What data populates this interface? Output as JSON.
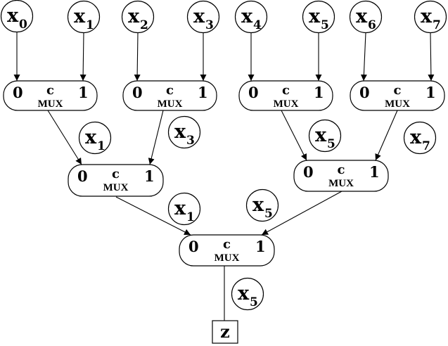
{
  "diagram": {
    "type": "mux-tree",
    "inputs": [
      {
        "base": "x",
        "sub": "0"
      },
      {
        "base": "x",
        "sub": "1"
      },
      {
        "base": "x",
        "sub": "2"
      },
      {
        "base": "x",
        "sub": "3"
      },
      {
        "base": "x",
        "sub": "4"
      },
      {
        "base": "x",
        "sub": "5"
      },
      {
        "base": "x",
        "sub": "6"
      },
      {
        "base": "x",
        "sub": "7"
      }
    ],
    "mux": {
      "port0": "0",
      "port1": "1",
      "select": "c",
      "label": "MUX"
    },
    "level1_selects": [
      {
        "base": "x",
        "sub": "1"
      },
      {
        "base": "x",
        "sub": "3"
      },
      {
        "base": "x",
        "sub": "5"
      },
      {
        "base": "x",
        "sub": "7"
      }
    ],
    "level2_selects": [
      {
        "base": "x",
        "sub": "1"
      },
      {
        "base": "x",
        "sub": "5"
      }
    ],
    "level3_select": {
      "base": "x",
      "sub": "5"
    },
    "output": "z"
  }
}
